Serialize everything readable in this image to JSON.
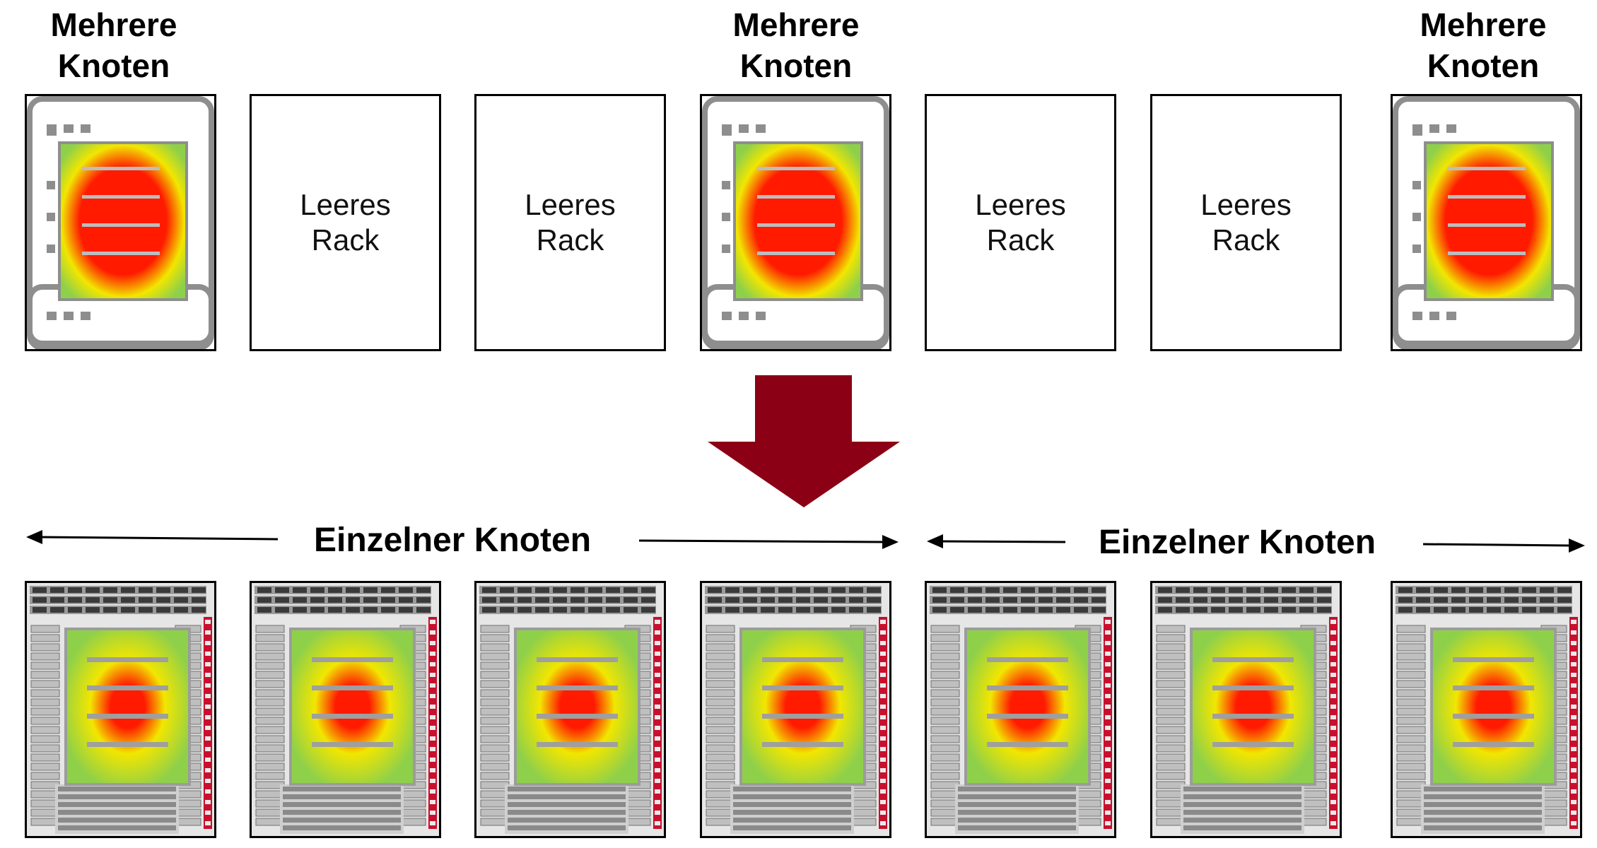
{
  "top_row": {
    "multi_title": "Mehrere\nKnoten",
    "empty_label": "Leeres\nRack",
    "racks": [
      {
        "kind": "multi"
      },
      {
        "kind": "empty"
      },
      {
        "kind": "empty"
      },
      {
        "kind": "multi"
      },
      {
        "kind": "empty"
      },
      {
        "kind": "empty"
      },
      {
        "kind": "multi"
      }
    ]
  },
  "bottom_row": {
    "group_label": "Einzelner Knoten",
    "racks": [
      {
        "kind": "single"
      },
      {
        "kind": "single"
      },
      {
        "kind": "single"
      },
      {
        "kind": "single"
      },
      {
        "kind": "single"
      },
      {
        "kind": "single"
      },
      {
        "kind": "single"
      }
    ]
  },
  "colors": {
    "arrow": "#8b0015",
    "heat_hot": "#ff1a00",
    "heat_mid": "#f2e600",
    "heat_cool": "#8fd04a",
    "rack_gray": "#8e8e8e"
  },
  "icons": {
    "multi_node": "server-chassis-icon",
    "single_node": "chassis-photo-icon",
    "transition": "down-arrow-icon"
  }
}
